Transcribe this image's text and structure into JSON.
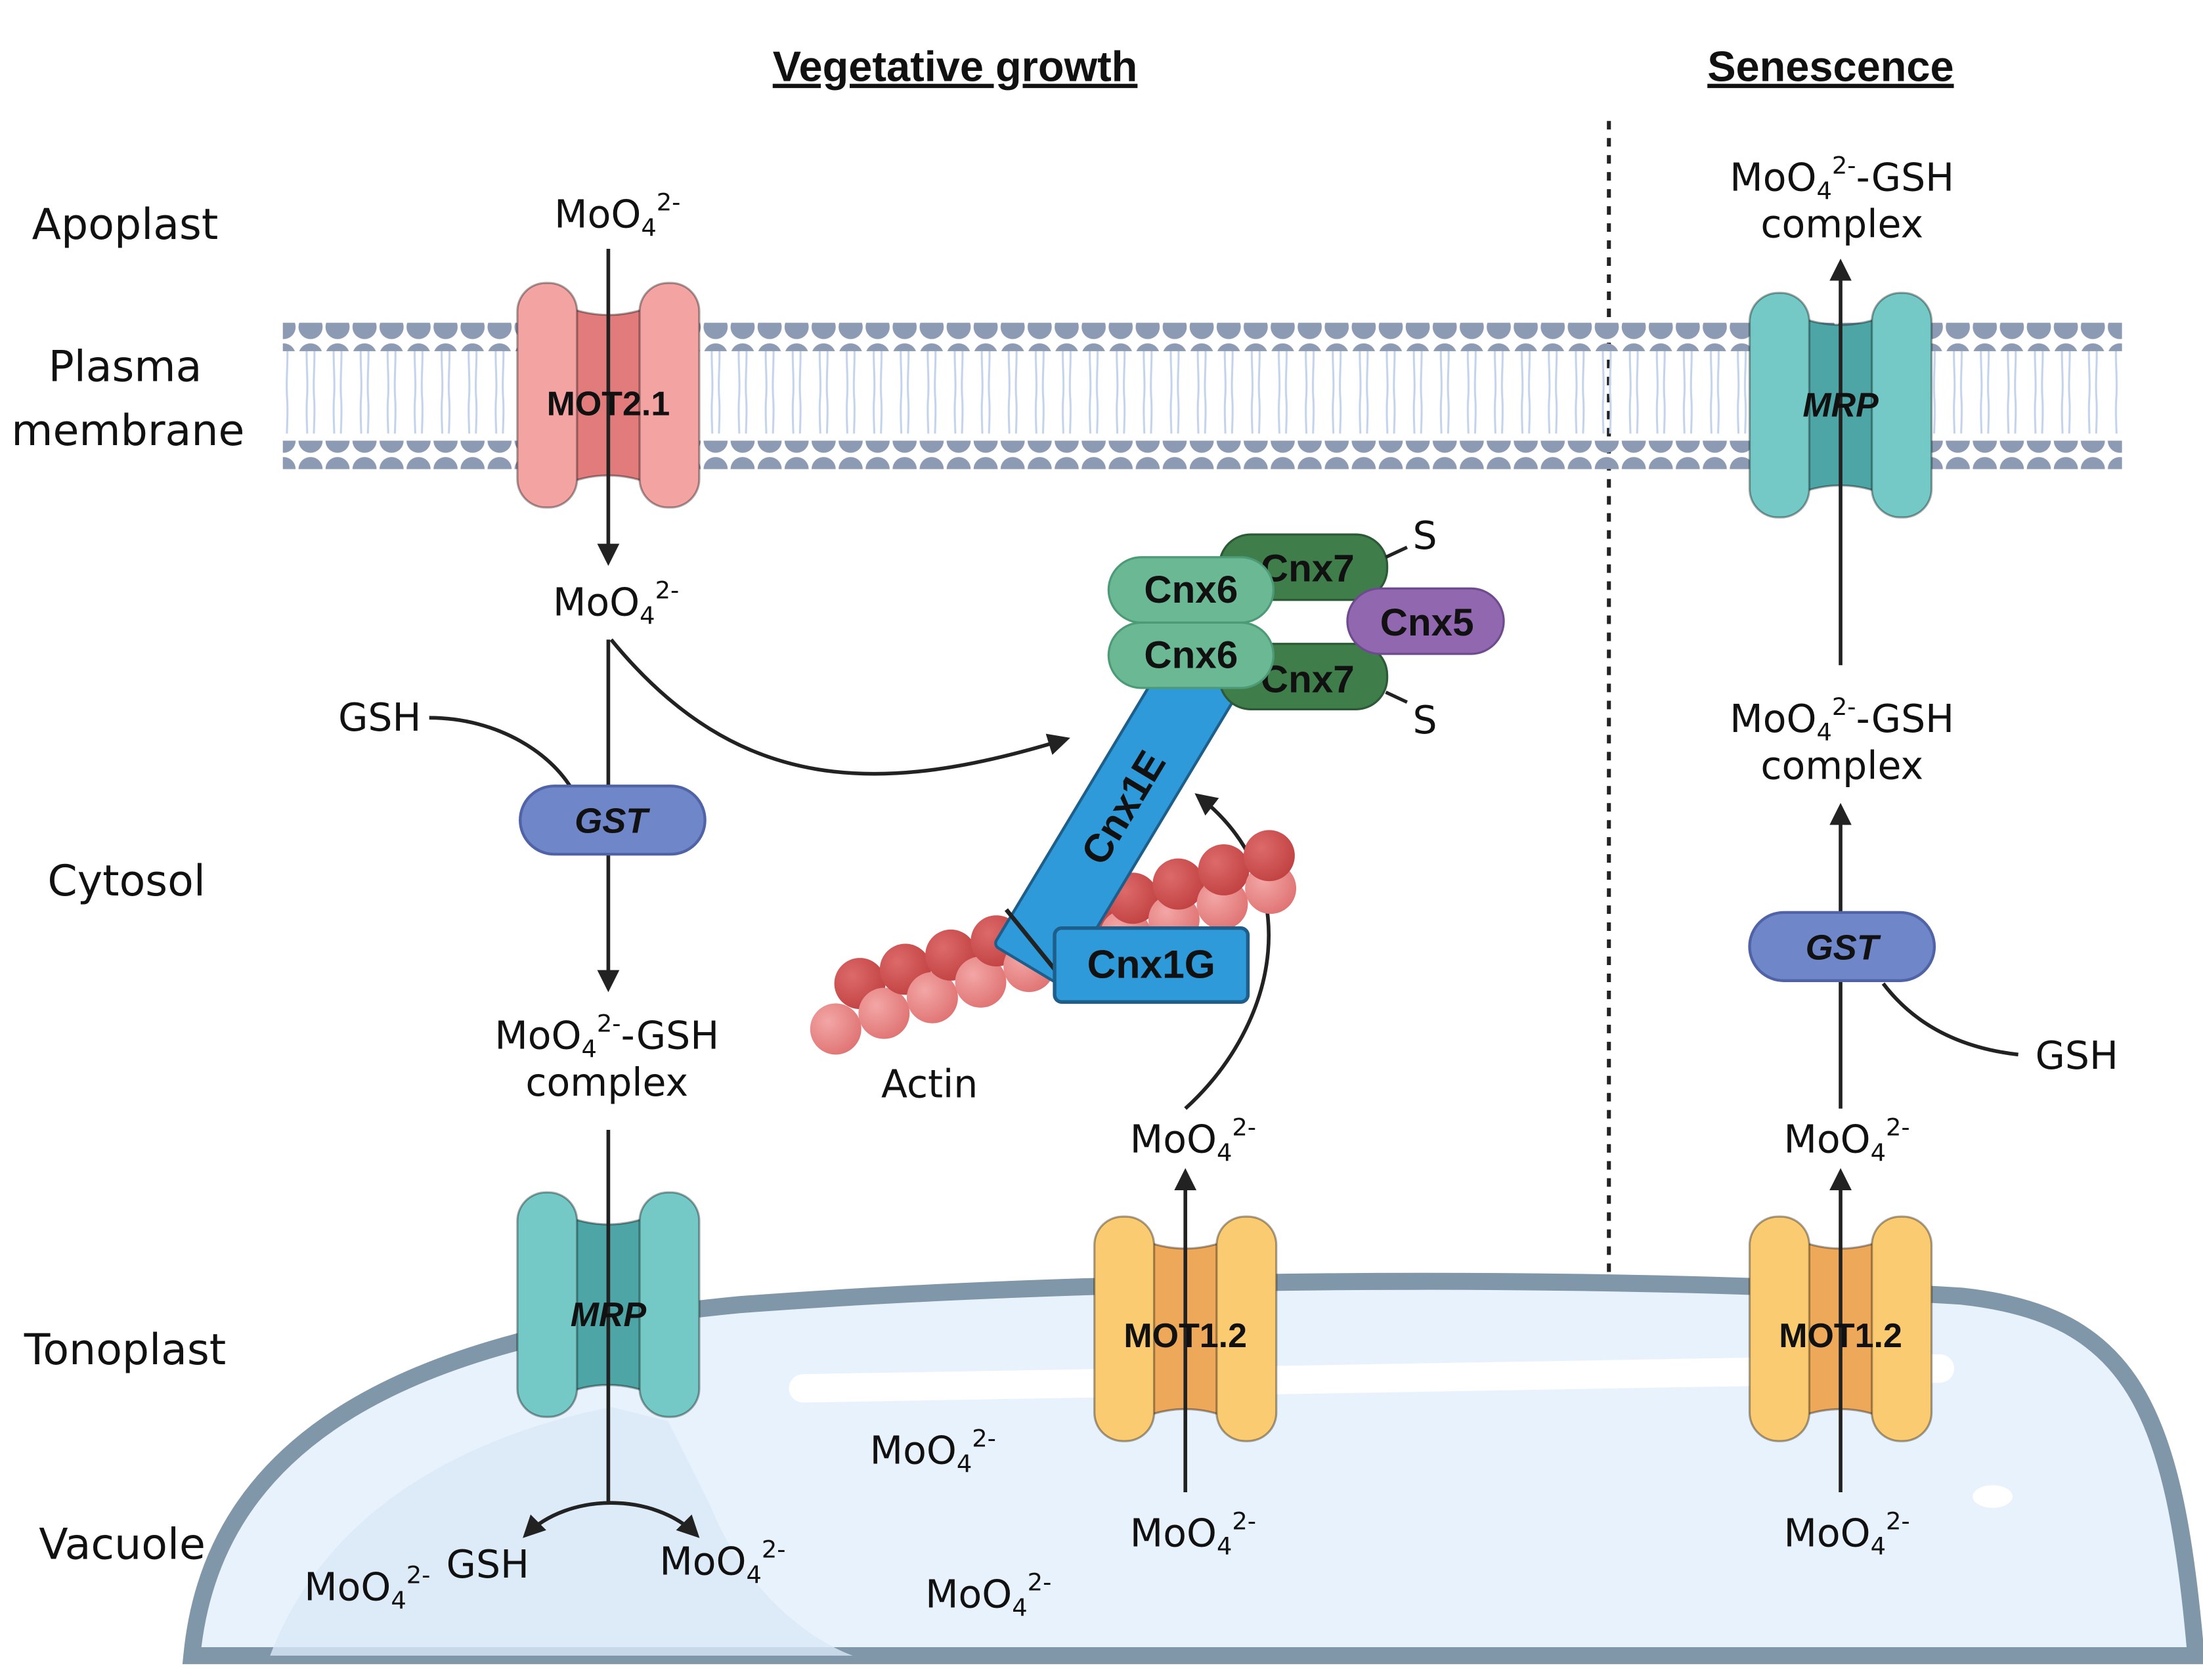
{
  "headings": {
    "left": "Vegetative growth",
    "right": "Senescence"
  },
  "compartments": {
    "apoplast": "Apoplast",
    "plasma_membrane_1": "Plasma",
    "plasma_membrane_2": "membrane",
    "cytosol": "Cytosol",
    "tonoplast": "Tonoplast",
    "vacuole": "Vacuole"
  },
  "molecules": {
    "molybdate_base": "MoO",
    "molybdate_sub": "4",
    "molybdate_sup": "2-",
    "gsh": "GSH",
    "complex_suffix": "-GSH",
    "complex_line2": "complex",
    "sulfur": "S",
    "actin": "Actin"
  },
  "proteins": {
    "mot21": "MOT2.1",
    "mrp": "MRP",
    "gst": "GST",
    "mot12": "MOT1.2",
    "cnx6": "Cnx6",
    "cnx7": "Cnx7",
    "cnx5": "Cnx5",
    "cnx1e": "Cnx1E",
    "cnx1g": "Cnx1G"
  },
  "colors": {
    "mot21": "#f4a3a3",
    "mot21_dark": "#e27c7c",
    "mrp": "#74c9c6",
    "mrp_dark": "#4ea5a5",
    "mot12": "#fbcb72",
    "mot12_dark": "#eea85a",
    "gst": "#6f86c9",
    "cnx6": "#6ab894",
    "cnx7": "#3f7d4b",
    "cnx5": "#9168b0",
    "cnx1": "#2f9ad9",
    "actin_light": "#e98080",
    "actin_dark": "#cf4d4d",
    "membrane_head": "#8d9ab3",
    "membrane_tail": "#c4d3ec",
    "tonoplast": "#7f97a8",
    "vacuole_fill": "#e8f2fc"
  }
}
